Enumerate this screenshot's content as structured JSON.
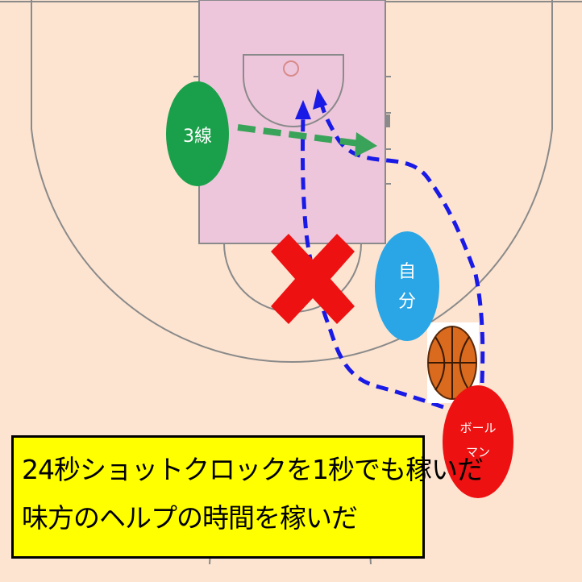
{
  "players": {
    "three_line": "3線",
    "self_1": "自",
    "self_2": "分",
    "ballman_1": "ボール",
    "ballman_2": "マン"
  },
  "caption": {
    "line1": "24秒ショットクロックを1秒でも稼いだ",
    "line2": "味方のヘルプの時間を稼いだ"
  },
  "colors": {
    "court": "#fde4d1",
    "paint": "#eec6dc",
    "court_line": "#8a8a8a",
    "arrow_blue": "#1a1ae6",
    "pass_green": "#3aa35a",
    "player_green": "#1aa04a",
    "player_blue": "#2aa6e6",
    "player_red": "#ee1111",
    "x_red": "#ee1111",
    "caption_bg": "#ffff00"
  }
}
